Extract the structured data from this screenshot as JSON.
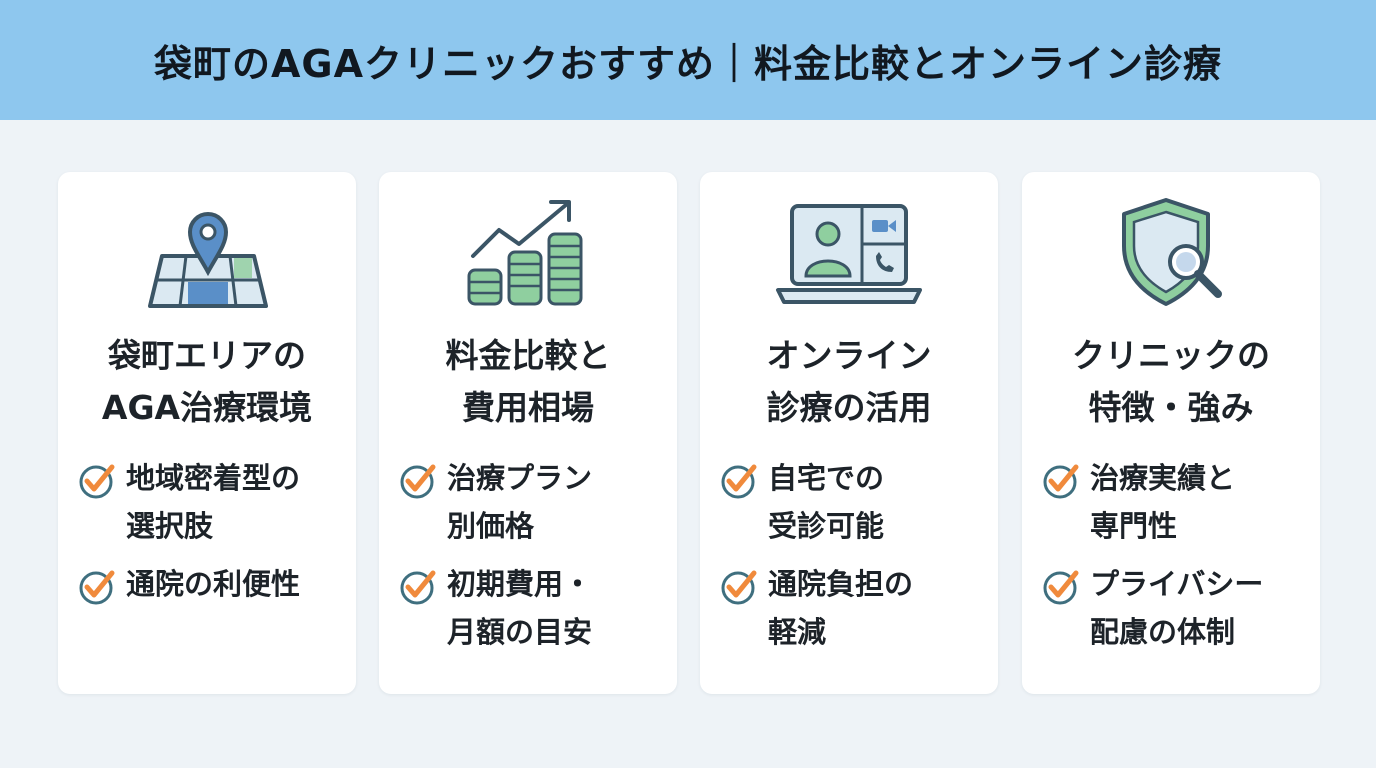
{
  "header": {
    "title": "袋町のAGAクリニックおすすめ｜料金比較とオンライン診療"
  },
  "cards": [
    {
      "icon": "map-pin-icon",
      "title": [
        "袋町エリアの",
        "AGA治療環境"
      ],
      "items": [
        [
          "地域密着型の",
          "選択肢"
        ],
        [
          "通院の利便性"
        ]
      ]
    },
    {
      "icon": "coins-growth-icon",
      "title": [
        "料金比較と",
        "費用相場"
      ],
      "items": [
        [
          "治療プラン",
          "別価格"
        ],
        [
          "初期費用・",
          "月額の目安"
        ]
      ]
    },
    {
      "icon": "laptop-video-call-icon",
      "title": [
        "オンライン",
        "診療の活用"
      ],
      "items": [
        [
          "自宅での",
          "受診可能"
        ],
        [
          "通院負担の",
          "軽減"
        ]
      ]
    },
    {
      "icon": "shield-search-icon",
      "title": [
        "クリニックの",
        "特徴・強み"
      ],
      "items": [
        [
          "治療実績と",
          "専門性"
        ],
        [
          "プライバシー",
          "配慮の体制"
        ]
      ]
    }
  ],
  "colors": {
    "header_bg": "#8ec7ee",
    "page_bg": "#eef3f7",
    "icon_stroke": "#3b5566",
    "icon_green": "#8fcf9f",
    "icon_blue": "#5a8fc8",
    "check_teal": "#3f6f7f",
    "check_orange": "#f08a3c"
  }
}
